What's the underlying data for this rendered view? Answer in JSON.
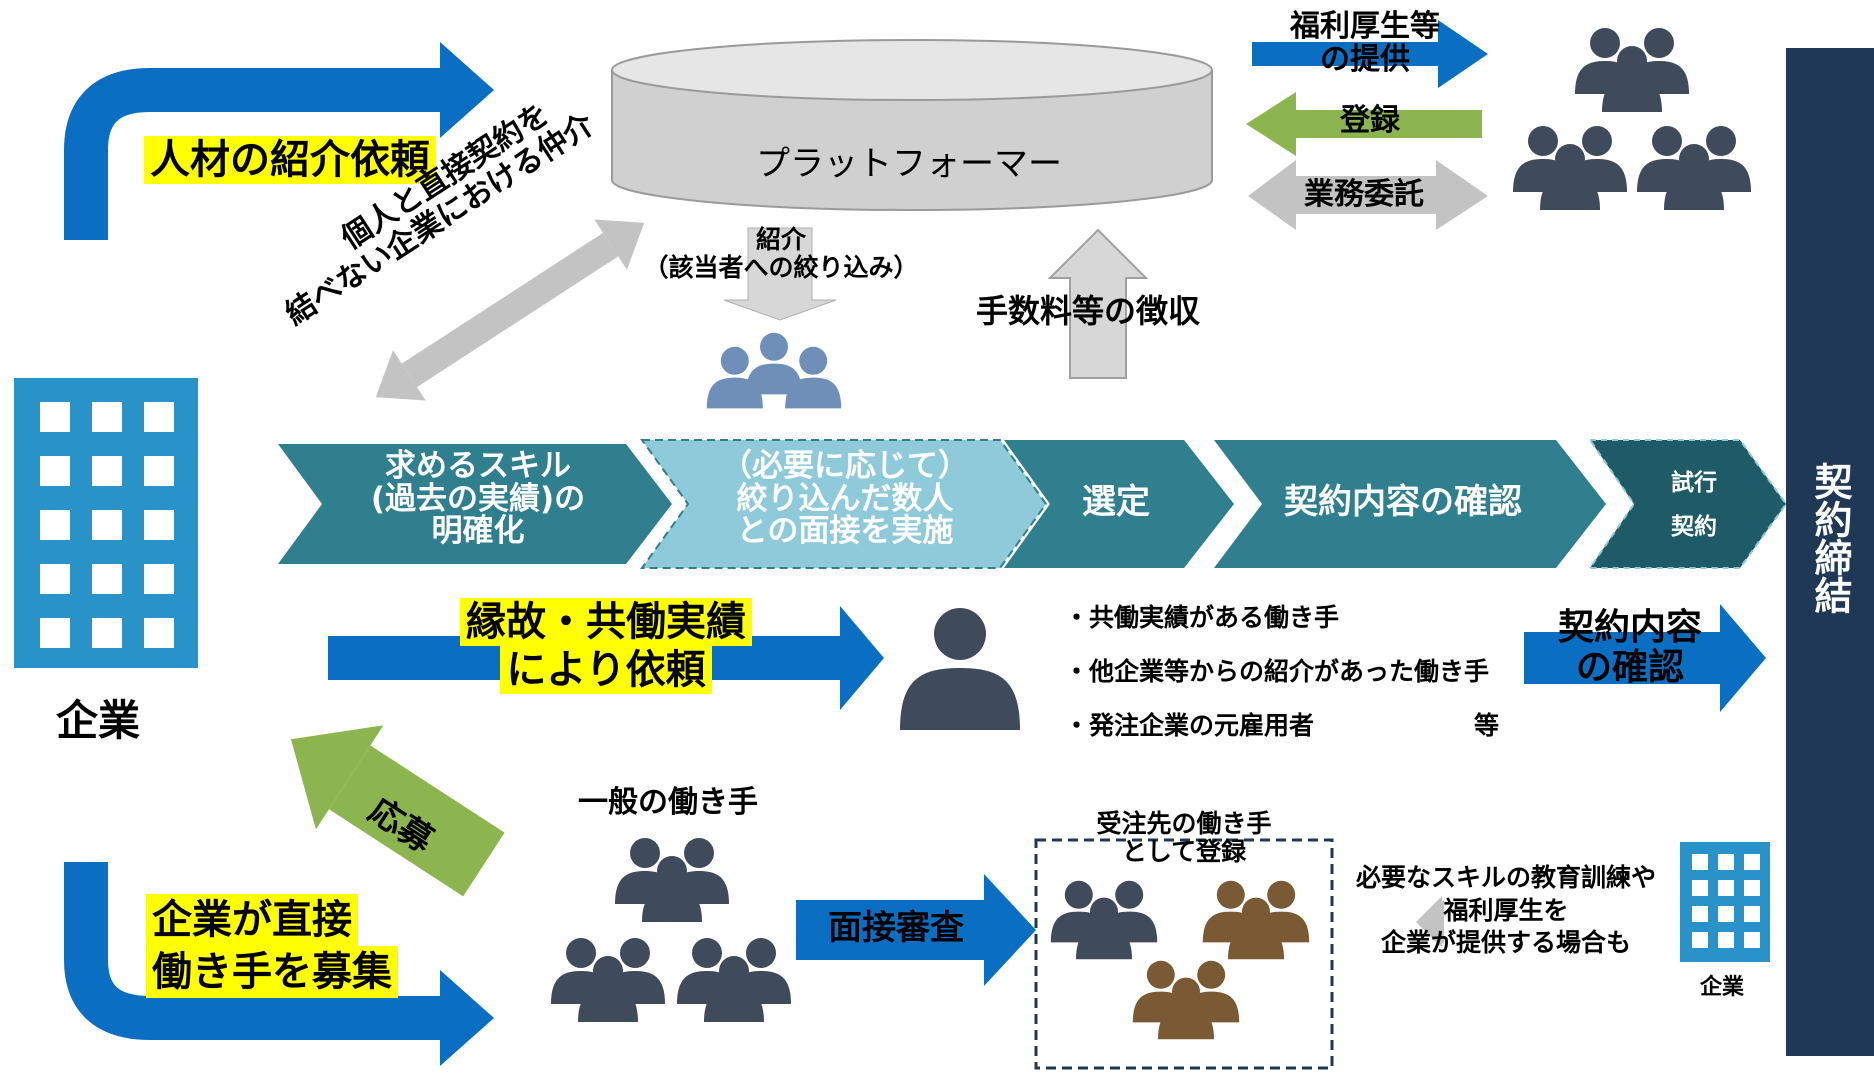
{
  "colors": {
    "blue": "#0a6fc2",
    "navy": "#1f3856",
    "teal": "#2f7f8e",
    "teal_light": "#8fcadb",
    "teal_dark": "#1f5b66",
    "green": "#8db54f",
    "gray": "#c3c3c3",
    "building": "#2993c9",
    "person_gray": "#3f4a5a",
    "person_brown": "#7a5a35",
    "highlight": "#ffff00"
  },
  "platform": {
    "label": "プラットフォーマー"
  },
  "top_left": {
    "request_label": "人材の紹介依頼"
  },
  "diagonal_note": {
    "line1": "個人と直接契約を",
    "line2": "結べない企業における仲介"
  },
  "introduce": {
    "line1": "紹介",
    "line2": "（該当者への絞り込み）"
  },
  "fee": {
    "label": "手数料等の徴収"
  },
  "right_arrows": {
    "welfare_line1": "福利厚生等",
    "welfare_line2": "の提供",
    "register": "登録",
    "outsourcing": "業務委託"
  },
  "company": {
    "label": "企業"
  },
  "process": {
    "step1": {
      "line1": "求めるスキル",
      "line2": "(過去の実績)の",
      "line3": "明確化"
    },
    "step2": {
      "line1": "（必要に応じて）",
      "line2": "絞り込んだ数人",
      "line3": "との面接を実施"
    },
    "step3": {
      "label": "選定"
    },
    "step4": {
      "label": "契約内容の確認"
    },
    "step5": {
      "line1": "試行",
      "line2": "契約"
    }
  },
  "contract": {
    "label": "契約締結"
  },
  "relation": {
    "request_line1": "縁故・共働実績",
    "request_line2": "により依頼",
    "bullet1": "・共働実績がある働き手",
    "bullet2": "・他企業等からの紹介があった働き手",
    "bullet3": "・発注企業の元雇用者",
    "bullet3_suffix": "等",
    "confirm_line1": "契約内容",
    "confirm_line2": "の確認"
  },
  "recruit": {
    "apply": "応募",
    "direct_line1": "企業が直接",
    "direct_line2": "働き手を募集",
    "general_workers": "一般の働き手",
    "interview": "面接審査",
    "registered_line1": "受注先の働き手",
    "registered_line2": "として登録",
    "training_line1": "必要なスキルの教育訓練や",
    "training_line2": "福利厚生を",
    "training_line3": "企業が提供する場合も",
    "small_company": "企業"
  }
}
